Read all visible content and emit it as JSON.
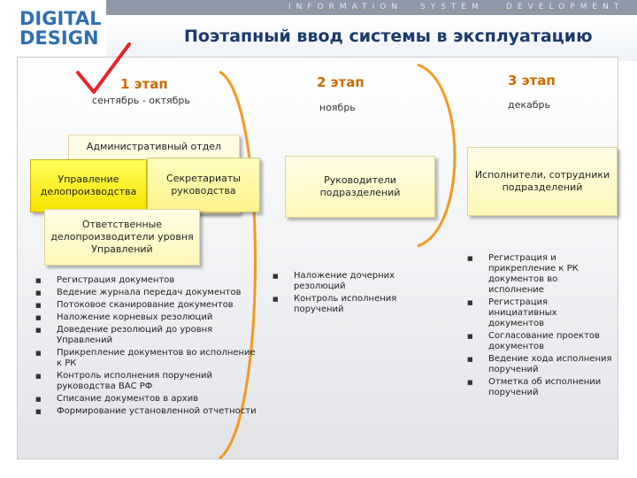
{
  "topbar": {
    "word1": "INFORMATION",
    "word2": "SYSTEM",
    "word3": "DEVELOPMENT"
  },
  "logo": {
    "line1": "DIGITAL",
    "line2": "DESIGN"
  },
  "title": "Поэтапный ввод системы в эксплуатацию",
  "stages": [
    {
      "label": "1 этап",
      "date": "сентябрь - октябрь",
      "completed": true
    },
    {
      "label": "2 этап",
      "date": "ноябрь"
    },
    {
      "label": "3 этап",
      "date": "декабрь"
    }
  ],
  "boxes": {
    "admin": "Административный отдел",
    "management": "Управление делопроизводства",
    "secretariats": "Секретариаты руководства",
    "responsible": "Ответственные делопроизводители уровня Управлений",
    "unit_heads": "Руководители подразделений",
    "executors": "Исполнители, сотрудники подразделений"
  },
  "lists": {
    "stage1": [
      "Регистрация документов",
      "Ведение журнала передач документов",
      "Потоковое сканирование документов",
      "Наложение корневых резолюций",
      "Доведение резолюций до уровня Управлений",
      "Прикрепление документов во исполнение к РК",
      "Контроль исполнения поручений руководства ВАС РФ",
      "Списание документов в архив",
      "Формирование установленной отчетности"
    ],
    "stage2": [
      "Наложение дочерних резолюций",
      "Контроль исполнения поручений"
    ],
    "stage3": [
      "Регистрация и прикрепление к РК документов во исполнение",
      "Регистрация инициативных документов",
      "Согласование проектов документов",
      "Ведение хода исполнения поручений",
      "Отметка об исполнении поручений"
    ]
  },
  "icons": {
    "checkmark": "checkmark-icon",
    "bullet": "square-bullet-icon"
  },
  "colors": {
    "accent": "#f29a1f",
    "stage_text": "#cc6a00",
    "check": "#e3262b",
    "logo": "#2f6fb0",
    "title": "#1a3a6e"
  }
}
